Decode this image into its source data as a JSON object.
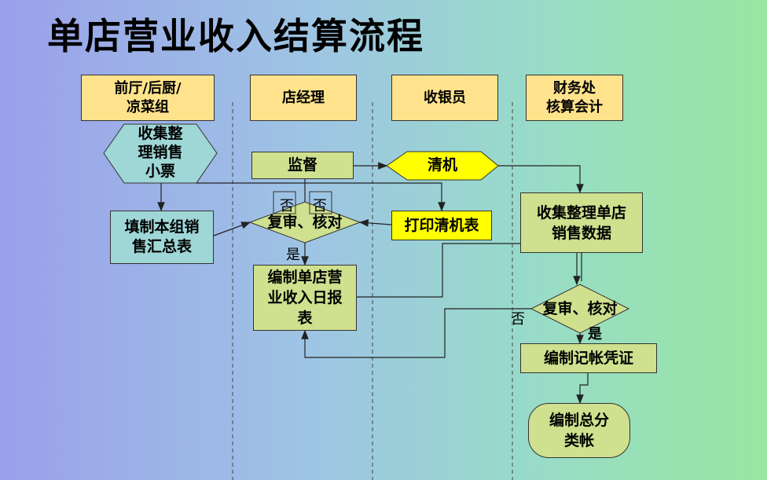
{
  "title": "单店营业收入结算流程",
  "lanes": {
    "front": "前厅/后厨/\n凉菜组",
    "manager": "店经理",
    "cashier": "收银员",
    "finance": "财务处\n核算会计"
  },
  "nodes": {
    "collect_receipts": "收集整\n理销售\n小票",
    "fill_summary": "填制本组销\n售汇总表",
    "supervise": "监督",
    "review1": "复审、核对",
    "compile_report": "编制单店营\n业收入日报\n表",
    "clear_machine": "清机",
    "print_clear": "打印清机表",
    "collect_data": "收集整理单店\n销售数据",
    "review2": "复审、核对",
    "voucher": "编制记帐凭证",
    "ledger": "编制总分\n类帐"
  },
  "labels": {
    "no": "否",
    "yes": "是"
  },
  "colors": {
    "lane_header": "#ffe38c",
    "process_green": "#cfe08e",
    "teal": "#9fd6d6",
    "cashier_yellow": "#ffff00"
  }
}
